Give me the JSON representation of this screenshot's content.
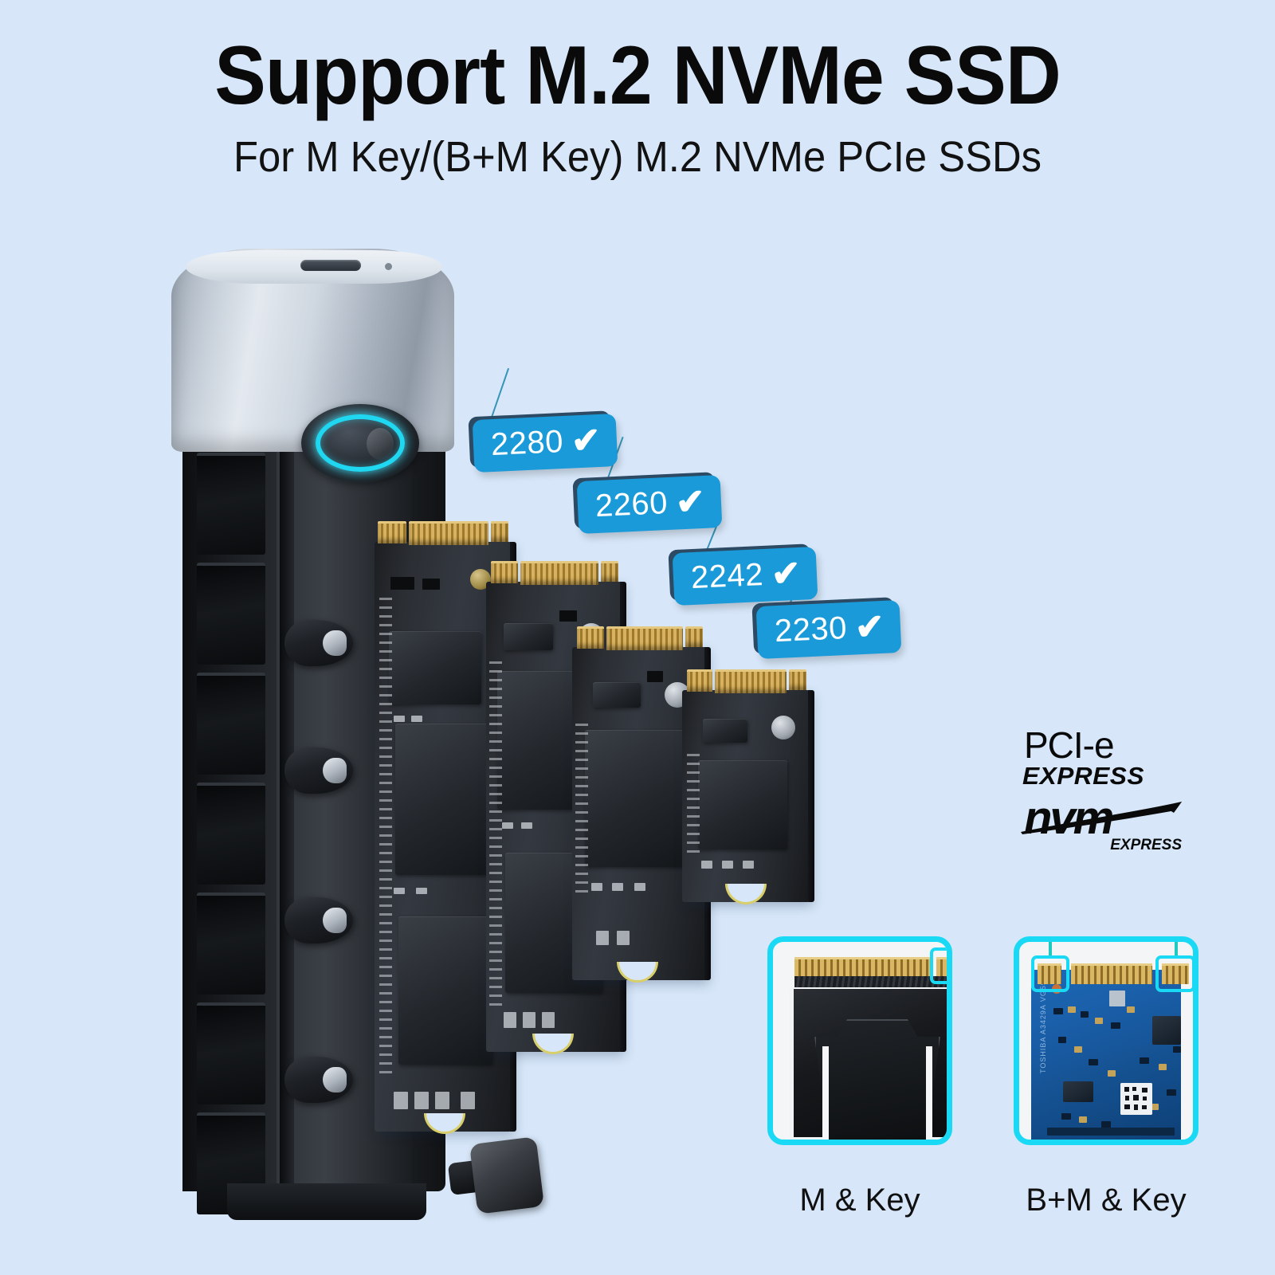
{
  "header": {
    "title": "Support M.2 NVMe SSD",
    "subtitle": "For M Key/(B+M Key) M.2 NVMe PCIe SSDs"
  },
  "colors": {
    "background": "#d7e7f9",
    "badge_blue": "#1a9ad8",
    "badge_shadow": "#2c4a63",
    "accent_cyan": "#1ad9f4",
    "led_cyan": "#1fd7f0",
    "leader_line": "#2d8fb3",
    "gold_contact": "#d9b763",
    "pcb_black": "#2b2e33",
    "pcb_blue": "#1d68b5",
    "text_dark": "#0a0a0a"
  },
  "size_badges": [
    {
      "label": "2280",
      "check": "✔",
      "supported": true
    },
    {
      "label": "2260",
      "check": "✔",
      "supported": true
    },
    {
      "label": "2242",
      "check": "✔",
      "supported": true
    },
    {
      "label": "2230",
      "check": "✔",
      "supported": true
    }
  ],
  "logo": {
    "pcie": "PCI-e",
    "pcie_express": "EXPRESS",
    "nvm": "nvm",
    "nvm_express": "EXPRESS"
  },
  "key_cards": [
    {
      "caption": "M & Key",
      "type": "m-key",
      "notch_count": 1
    },
    {
      "caption": "B+M & Key",
      "type": "b-plus-m-key",
      "notch_count": 2
    }
  ],
  "product": {
    "enclosure_name": "m2-nvme-ssd-enclosure",
    "port": "usb-c-port",
    "indicator": "led-ring-indicator",
    "fastener": "thumbscrew"
  },
  "ssd_boards": [
    {
      "size": "2280"
    },
    {
      "size": "2260"
    },
    {
      "size": "2242"
    },
    {
      "size": "2230"
    }
  ]
}
